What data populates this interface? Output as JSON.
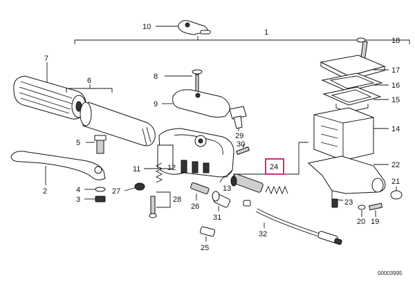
{
  "callouts": {
    "c1": "1",
    "c2": "2",
    "c3": "3",
    "c4": "4",
    "c5": "5",
    "c6": "6",
    "c7": "7",
    "c8": "8",
    "c9": "9",
    "c10": "10",
    "c11": "11",
    "c12": "12",
    "c13": "13",
    "c14": "14",
    "c15": "15",
    "c16": "16",
    "c17": "17",
    "c18": "18",
    "c19": "19",
    "c20": "20",
    "c21": "21",
    "c22": "22",
    "c23": "23",
    "c24": "24",
    "c25": "25",
    "c26": "26",
    "c27": "27",
    "c28": "28",
    "c29": "29",
    "c30": "30",
    "c31": "31",
    "c32": "32"
  },
  "highlight": {
    "label": "24",
    "color": "#e0237a"
  },
  "reference_code": "00003995"
}
